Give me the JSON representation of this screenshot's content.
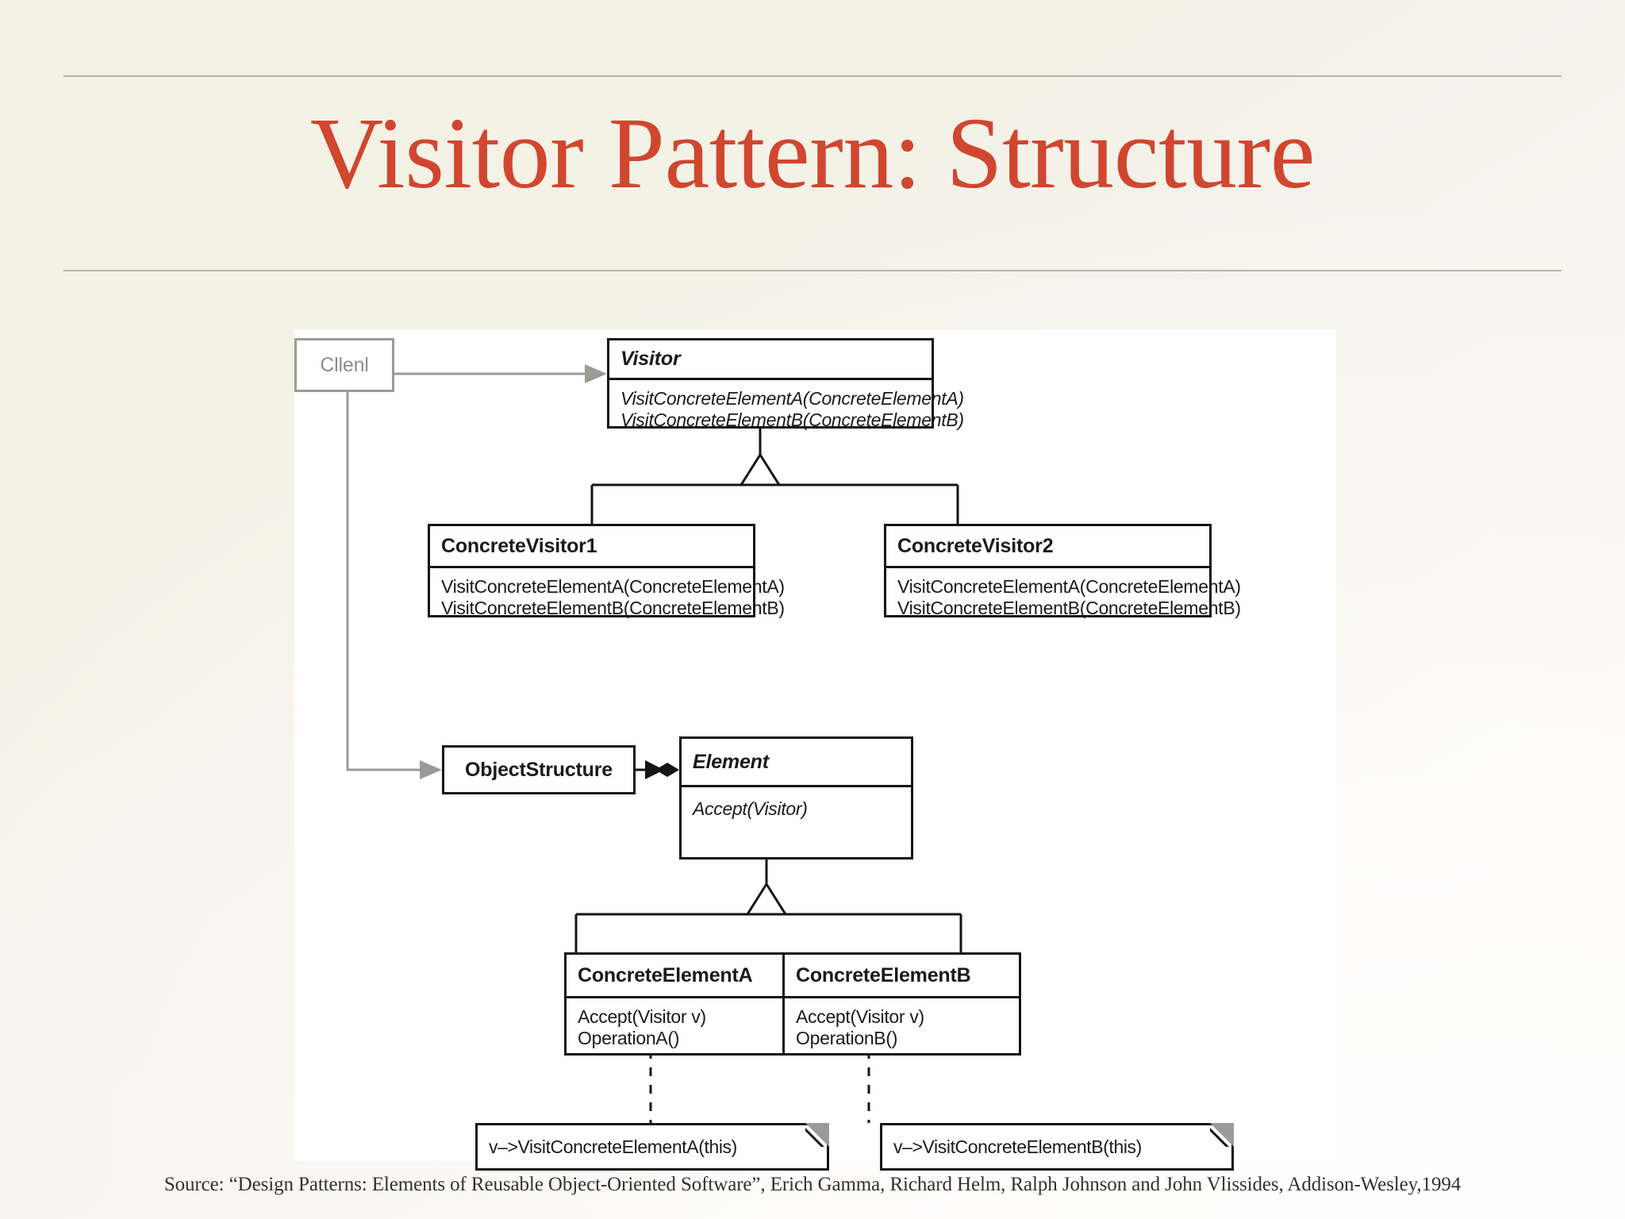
{
  "slide": {
    "title": "Visitor Pattern: Structure",
    "accent_color": "#d1462f",
    "background_color": "#f3f2e4",
    "source": "Source: “Design Patterns: Elements of Reusable Object-Oriented Software”, Erich Gamma, Richard Helm, Ralph Johnson and John Vlissides, Addison-Wesley,1994"
  },
  "diagram": {
    "client": {
      "name": "Cllenl"
    },
    "visitor": {
      "name": "Visitor",
      "operations": [
        "VisitConcreteElementA(ConcreteElementA)",
        "VisitConcreteElementB(ConcreteElementB)"
      ]
    },
    "concrete_visitor_1": {
      "name": "ConcreteVisitor1",
      "operations": [
        "VisitConcreteElementA(ConcreteElementA)",
        "VisitConcreteElementB(ConcreteElementB)"
      ]
    },
    "concrete_visitor_2": {
      "name": "ConcreteVisitor2",
      "operations": [
        "VisitConcreteElementA(ConcreteElementA)",
        "VisitConcreteElementB(ConcreteElementB)"
      ]
    },
    "object_structure": {
      "name": "ObjectStructure"
    },
    "element": {
      "name": "Element",
      "operations": [
        "Accept(Visitor)"
      ]
    },
    "concrete_element_a": {
      "name": "ConcreteElementA",
      "operations": [
        "Accept(Visitor v)",
        "OperationA()"
      ]
    },
    "concrete_element_b": {
      "name": "ConcreteElementB",
      "operations": [
        "Accept(Visitor v)",
        "OperationB()"
      ]
    },
    "note_a": {
      "text": "v–>VisitConcreteElementA(this)"
    },
    "note_b": {
      "text": "v–>VisitConcreteElementB(this)"
    }
  }
}
